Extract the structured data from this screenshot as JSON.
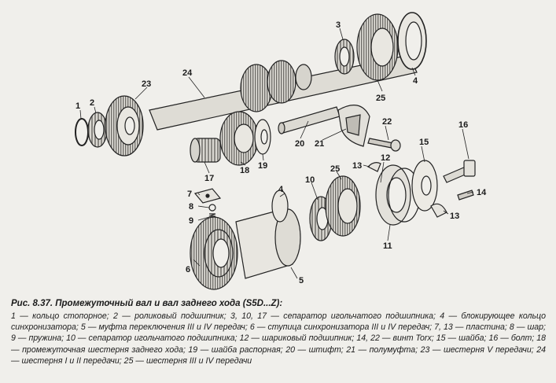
{
  "figure": {
    "caption_title": "Рис. 8.37. Промежуточный вал и вал заднего хода (S5D...Z):",
    "caption_legend": "1 — кольцо стопорное; 2 — роликовый подшипник; 3, 10, 17 — сепаратор игольчатого подшипника; 4 — блокирующее кольцо синхронизатора; 5 — муфта переключения III и IV передач; 6 — ступица синхронизатора III и IV передач; 7, 13 — пластина; 8 — шар; 9 — пружина; 10 — сепаратор игольчатого подшипника; 12 — шариковый подшипник; 14, 22 — винт Torx; 15 — шайба; 16 — болт; 18 — промежуточная шестерня заднего хода; 19 — шайба распорная; 20 — штифт; 21 — полумуфта; 23 — шестерня V передачи; 24 — шестерня I и II передачи; 25 — шестерня III и IV передачи"
  },
  "callouts": {
    "c1": "1",
    "c2": "2",
    "c3": "3",
    "c4a": "4",
    "c4b": "4",
    "c5": "5",
    "c6": "6",
    "c7": "7",
    "c8": "8",
    "c9": "9",
    "c10": "10",
    "c11": "11",
    "c12": "12",
    "c13a": "13",
    "c13b": "13",
    "c14": "14",
    "c15": "15",
    "c16": "16",
    "c17": "17",
    "c18": "18",
    "c19": "19",
    "c20": "20",
    "c21": "21",
    "c22": "22",
    "c23": "23",
    "c24": "24",
    "c25a": "25",
    "c25b": "25"
  }
}
